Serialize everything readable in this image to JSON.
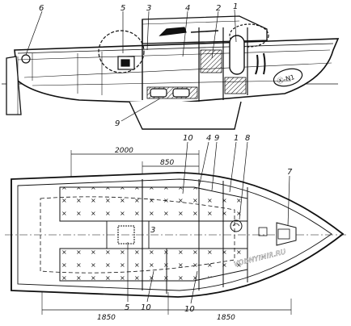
{
  "side_view": {
    "callouts": [
      "6",
      "5",
      "3",
      "4",
      "2",
      "1",
      "9"
    ],
    "bow_stamp": "Ⓧ-N1"
  },
  "plan_view": {
    "callouts": [
      "10",
      "4",
      "9",
      "1",
      "8",
      "7",
      "3",
      "5",
      "10",
      "10"
    ],
    "dimensions": {
      "overall_top": "2000",
      "inner_top": "850",
      "bottom_left": "1850",
      "bottom_right": "1850"
    }
  },
  "watermark": "VODNYIMIR.RU",
  "colors": {
    "ink": "#111111",
    "paper": "#ffffff"
  }
}
